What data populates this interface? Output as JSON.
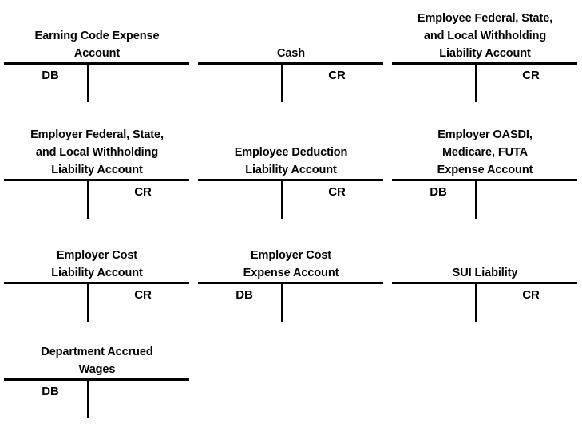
{
  "document": {
    "title": "Payroll T-Account Flow Diagram",
    "type": "t-account-diagram",
    "background_color": "#ffffff",
    "line_color": "#000000",
    "text_color": "#000000"
  },
  "labels": {
    "debit": "DB",
    "credit": "CR"
  },
  "accounts": [
    {
      "id": "earning-code-expense-account",
      "title": "Earning Code Expense\nAccount",
      "title_lines": [
        "Earning Code Expense",
        "Account"
      ],
      "debit": "DB",
      "credit": "",
      "side": "debit",
      "row": 1,
      "column": 1
    },
    {
      "id": "cash",
      "title": "Cash",
      "title_lines": [
        "Cash"
      ],
      "debit": "",
      "credit": "CR",
      "side": "credit",
      "row": 1,
      "column": 2
    },
    {
      "id": "employee-federal-state-local-withholding-liability-account",
      "title": "Employee Federal, State,\nand Local Withholding\nLiability Account",
      "title_lines": [
        "Employee Federal, State,",
        "and Local Withholding",
        "Liability Account"
      ],
      "debit": "",
      "credit": "CR",
      "side": "credit",
      "row": 1,
      "column": 3
    },
    {
      "id": "employer-federal-state-local-withholding-liability-account",
      "title": "Employer Federal, State,\nand Local Withholding\nLiability Account",
      "title_lines": [
        "Employer Federal, State,",
        "and Local Withholding",
        "Liability Account"
      ],
      "debit": "",
      "credit": "CR",
      "side": "credit",
      "row": 2,
      "column": 1
    },
    {
      "id": "employee-deduction-liability-account",
      "title": "Employee Deduction\nLiability Account",
      "title_lines": [
        "Employee Deduction",
        "Liability Account"
      ],
      "debit": "",
      "credit": "CR",
      "side": "credit",
      "row": 2,
      "column": 2
    },
    {
      "id": "employer-oasdi-medicare-futa-expense-account",
      "title": "Employer OASDI,\nMedicare, FUTA\nExpense Account",
      "title_lines": [
        "Employer OASDI,",
        "Medicare, FUTA",
        "Expense Account"
      ],
      "debit": "DB",
      "credit": "",
      "side": "debit",
      "row": 2,
      "column": 3
    },
    {
      "id": "employer-cost-liability-account",
      "title": "Employer Cost\nLiability Account",
      "title_lines": [
        "Employer Cost",
        "Liability Account"
      ],
      "debit": "",
      "credit": "CR",
      "side": "credit",
      "row": 3,
      "column": 1
    },
    {
      "id": "employer-cost-expense-account",
      "title": "Employer Cost\nExpense Account",
      "title_lines": [
        "Employer Cost",
        "Expense Account"
      ],
      "debit": "DB",
      "credit": "",
      "side": "debit",
      "row": 3,
      "column": 2
    },
    {
      "id": "sui-liability",
      "title": "SUI Liability",
      "title_lines": [
        "SUI Liability"
      ],
      "debit": "",
      "credit": "CR",
      "side": "credit",
      "row": 3,
      "column": 3
    },
    {
      "id": "department-accrued-wages",
      "title": "Department Accrued\nWages",
      "title_lines": [
        "Department Accrued",
        "Wages"
      ],
      "debit": "DB",
      "credit": "",
      "side": "debit",
      "row": 4,
      "column": 1
    }
  ]
}
